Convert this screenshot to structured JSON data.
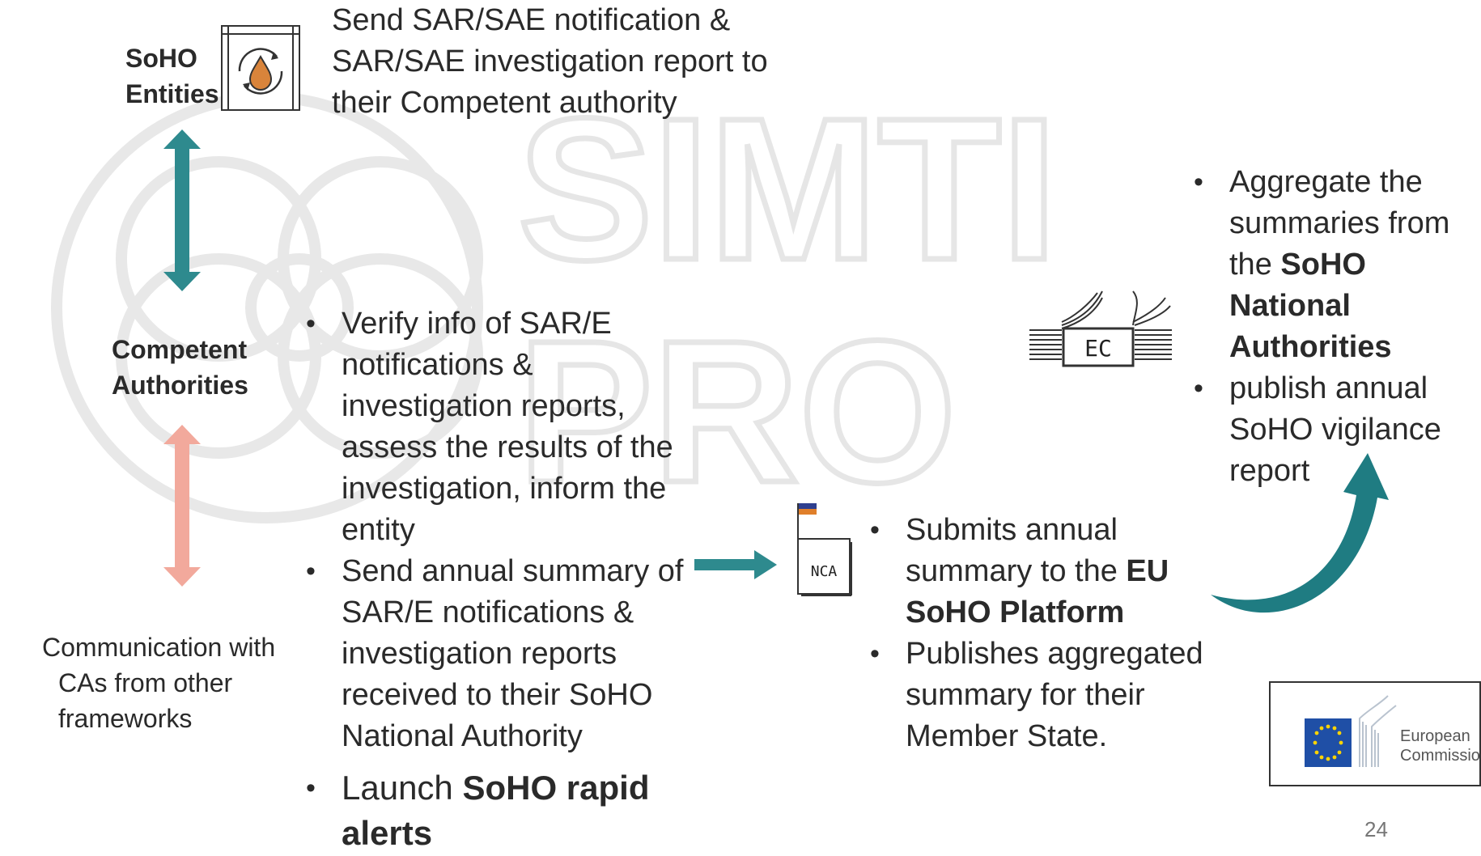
{
  "soho_entities": {
    "label_line1": "SoHO",
    "label_line2": "Entities",
    "text_lines": [
      "Send SAR/SAE notification &",
      "SAR/SAE investigation report to",
      "their Competent authority"
    ]
  },
  "competent_authorities": {
    "label_line1": "Competent",
    "label_line2": "Authorities",
    "bullet1": "Verify info of SAR/E notifications & investigation reports, assess the results of the investigation, inform the entity",
    "bullet2": "Send annual summary of SAR/E notifications & investigation reports received to their SoHO National Authority",
    "bullet3_pre": "Launch ",
    "bullet3_bold": "SoHO rapid alerts"
  },
  "communication": {
    "lines": [
      "Communication with",
      "CAs from other",
      "frameworks"
    ]
  },
  "nca": {
    "icon_label": "NCA",
    "bullet1_pre": "Submits annual summary to the ",
    "bullet1_bold": "EU SoHO Platform",
    "bullet2": "Publishes aggregated summary for their Member State."
  },
  "ec": {
    "icon_label": "EC",
    "bullet1_pre": "Aggregate the summaries from the ",
    "bullet1_bold": "SoHO National Authorities",
    "bullet2": "publish annual SoHO vigilance report"
  },
  "logo": {
    "line1": "European",
    "line2": "Commission"
  },
  "watermark": {
    "line1": "SIMTI",
    "line2": "PRO"
  },
  "page_number": "24",
  "colors": {
    "teal": "#2e8a8e",
    "salmon": "#f2a99c",
    "text": "#2a2a2a",
    "eu_blue": "#1f4fa6",
    "eu_gold": "#ffd400"
  }
}
